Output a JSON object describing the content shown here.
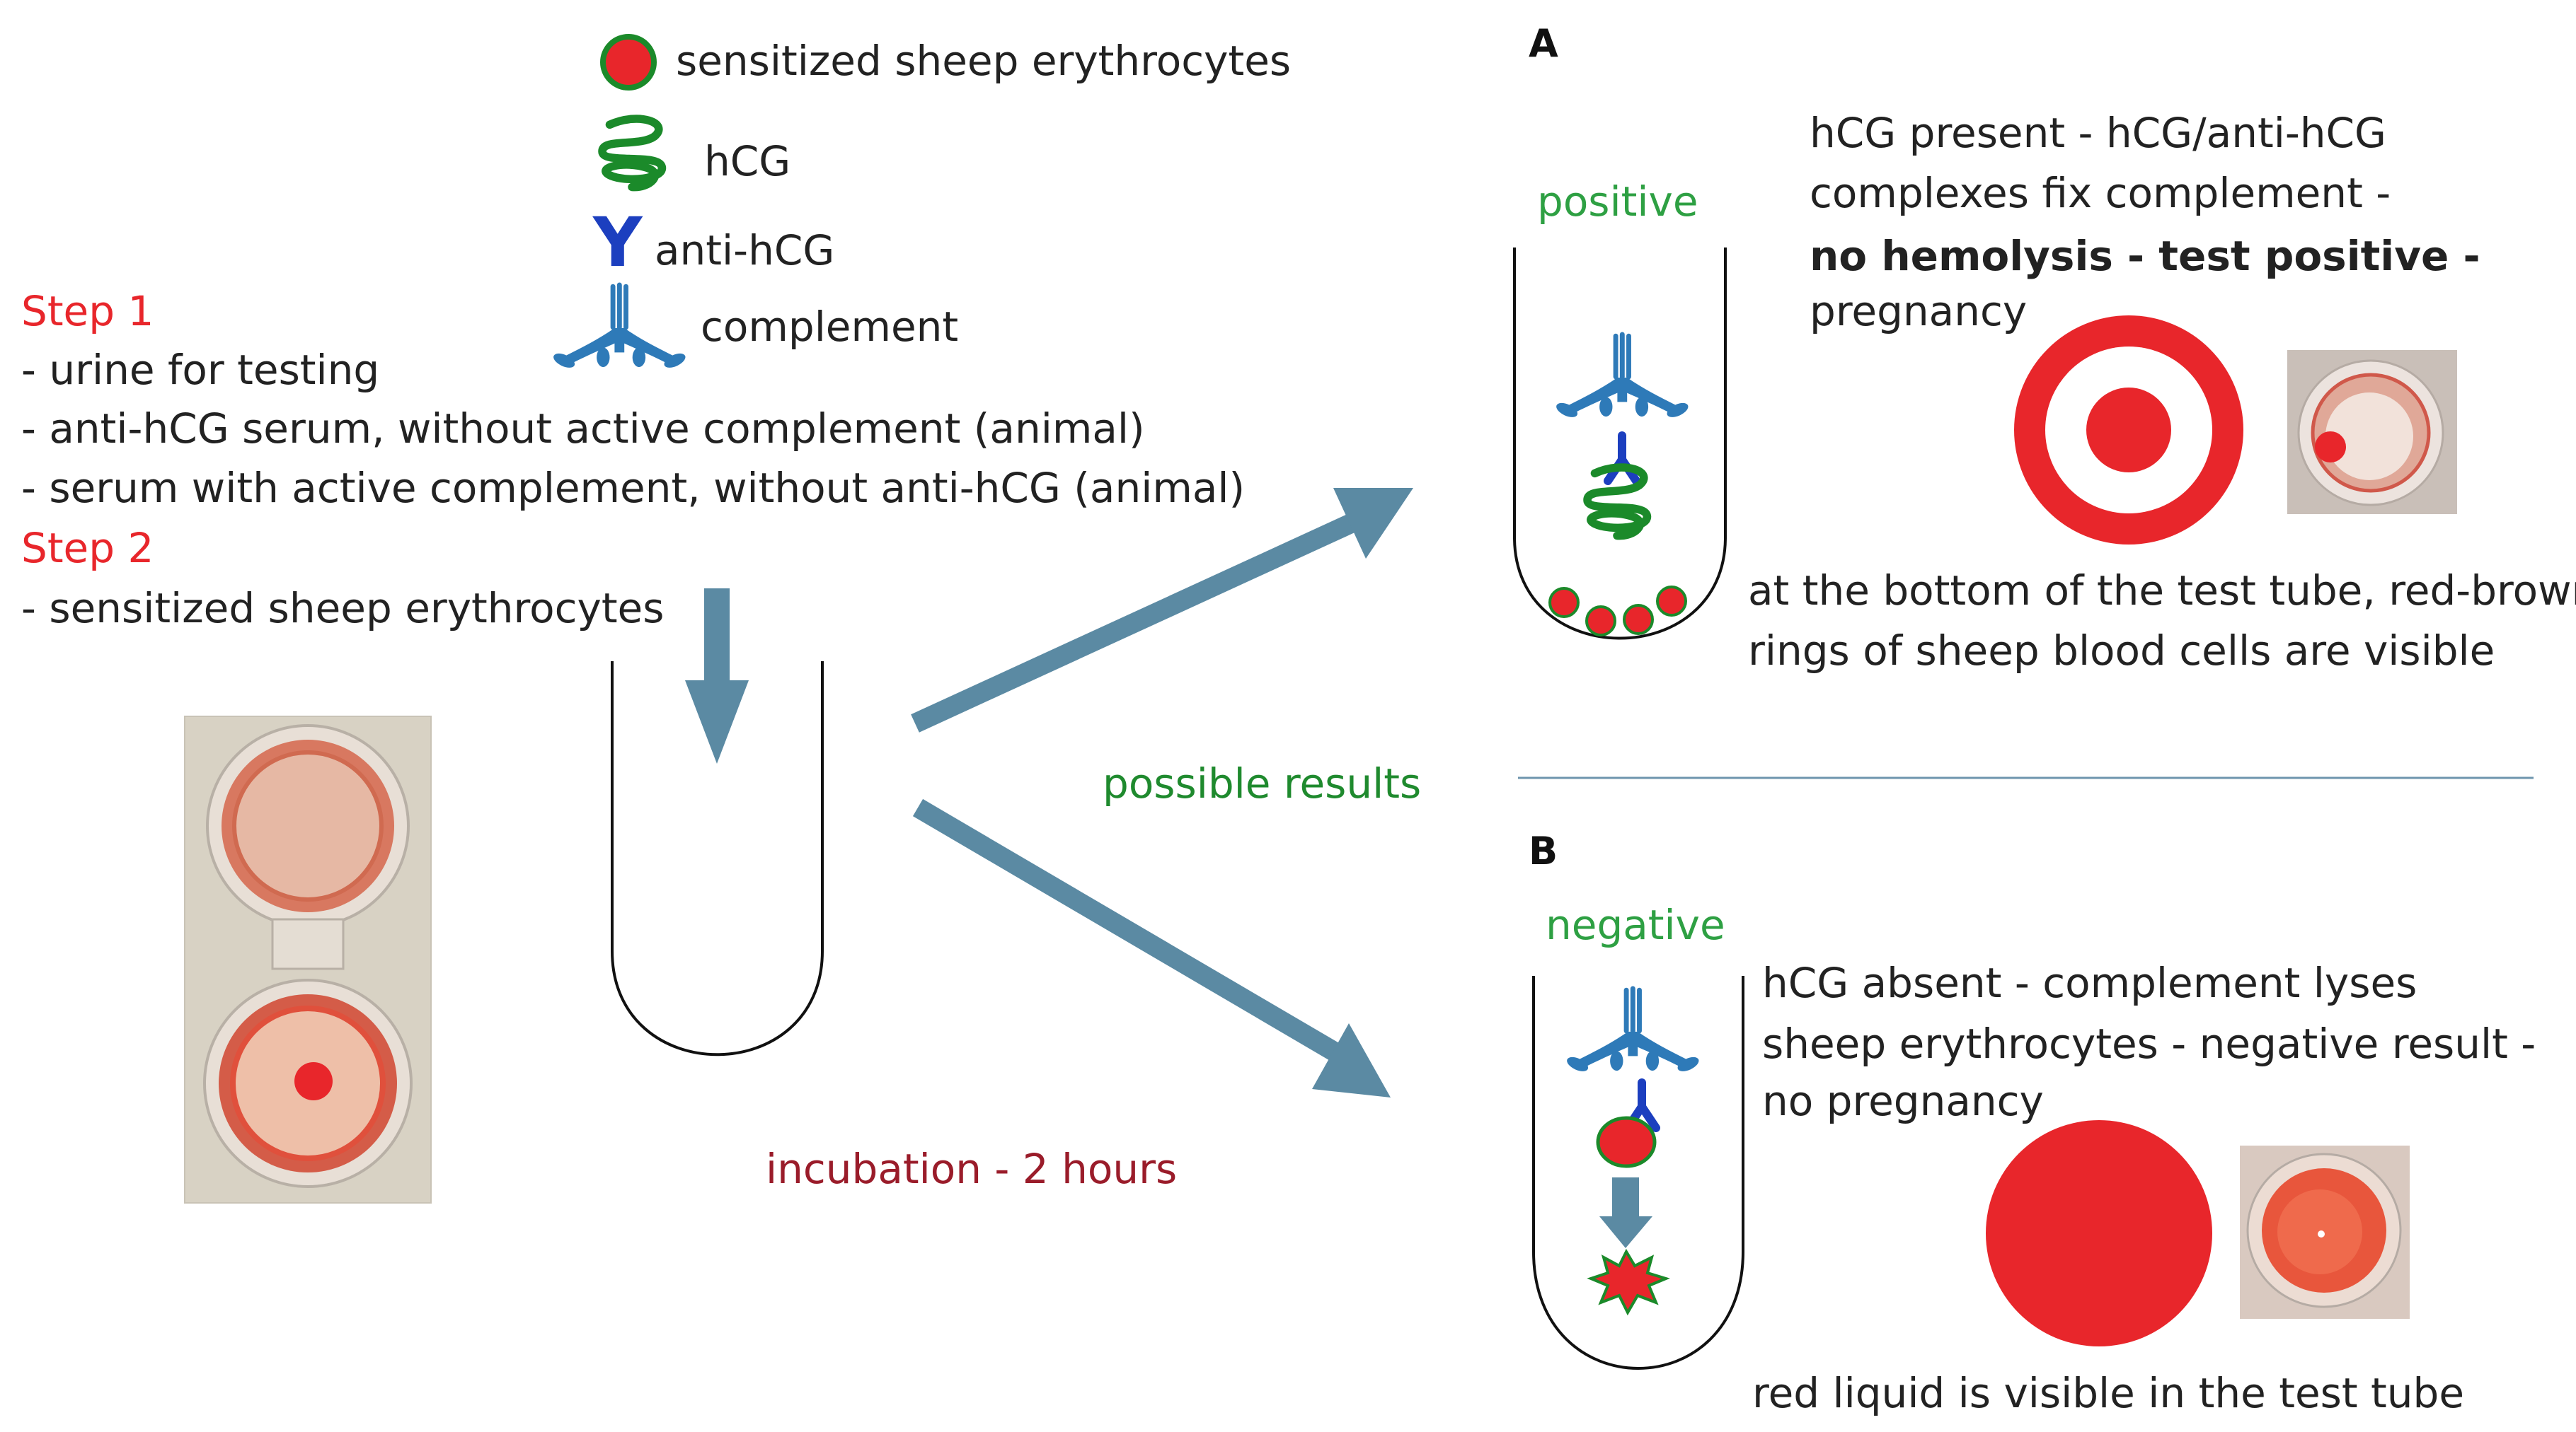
{
  "legend": {
    "erythrocytes": "sensitized sheep erythrocytes",
    "hcg": "hCG",
    "anti_hcg": "anti-hCG",
    "complement": "complement"
  },
  "steps": {
    "step1_title": "Step 1",
    "step1_items": [
      "- urine for testing",
      "- anti-hCG serum, without active complement (animal)",
      "- serum with active complement, without anti-hCG (animal)"
    ],
    "step2_title": "Step 2",
    "step2_items": [
      "- sensitized sheep erythrocytes"
    ]
  },
  "center": {
    "possible_results": "possible results",
    "incubation": "incubation - 2 hours"
  },
  "panel_a": {
    "letter": "A",
    "result_label": "positive",
    "desc_lines": [
      "hCG present - hCG/anti-hCG",
      "complexes fix complement -",
      "no hemolysis - test positive -",
      "pregnancy"
    ],
    "bottom_lines": [
      "at the bottom of the test tube, red-brown",
      "rings of sheep blood cells are visible"
    ]
  },
  "panel_b": {
    "letter": "B",
    "result_label": "negative",
    "desc_lines": [
      "hCG absent - complement lyses",
      "sheep erythrocytes - negative result -",
      "no pregnancy"
    ],
    "bottom_line": "red liquid is visible in the test tube"
  },
  "colors": {
    "step_red": "#e8262b",
    "green_label": "#2ea043",
    "dark_green_label": "#1f8a2e",
    "incubation_red": "#9a1c2a",
    "arrow_blue": "#5b8aa3",
    "complement_blue": "#2e7ab8",
    "antibody_blue": "#1c3fbf",
    "hcg_green": "#1b8a2a",
    "erythrocyte_red": "#e8262b"
  }
}
